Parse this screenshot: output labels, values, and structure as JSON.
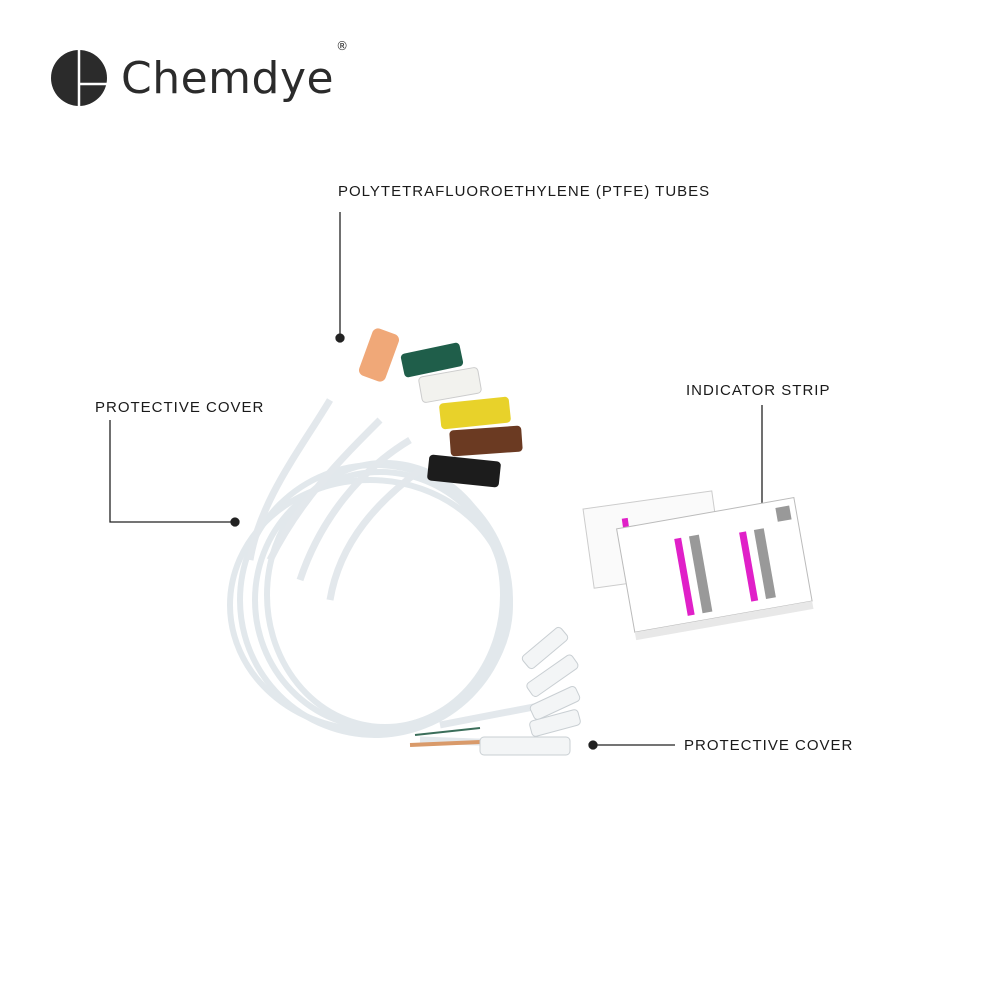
{
  "brand": {
    "name": "Chemdye",
    "registered": "®"
  },
  "callouts": {
    "ptfe_tubes": "POLYTETRAFLUOROETHYLENE (PTFE) TUBES",
    "protective_cover_left": "PROTECTIVE COVER",
    "indicator_strip": "INDICATOR STRIP",
    "protective_cover_right": "PROTECTIVE COVER"
  },
  "colors": {
    "connectors": [
      "#f0a878",
      "#1f5e4a",
      "#f2f2ee",
      "#e8d22a",
      "#6b3a22",
      "#1c1c1c"
    ],
    "indicator": "#e020c8",
    "text": "#1a1a1a"
  }
}
